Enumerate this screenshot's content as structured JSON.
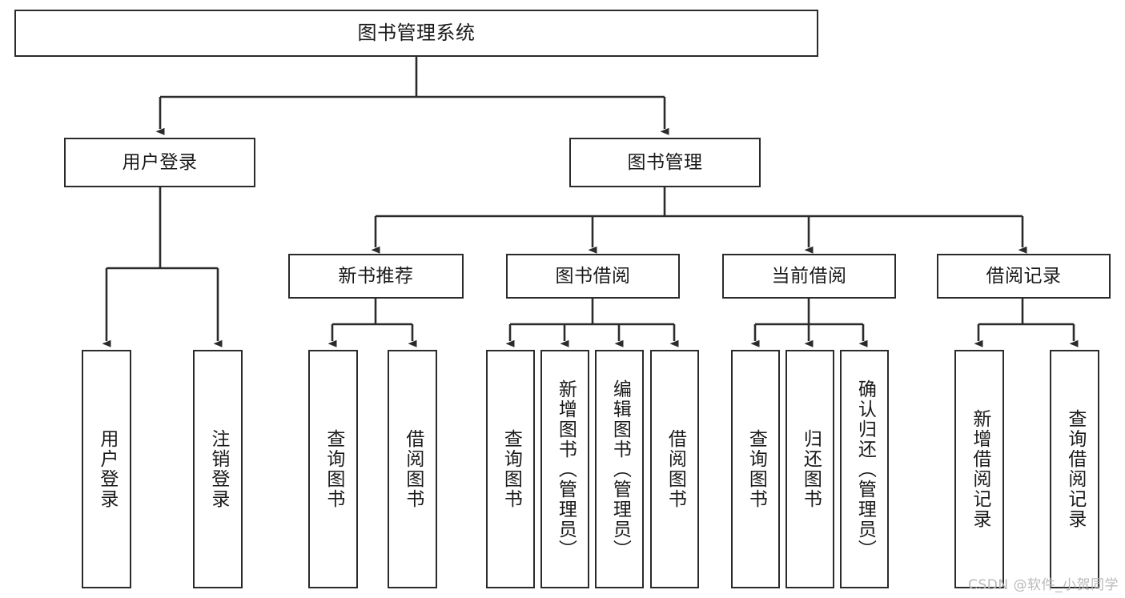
{
  "diagram": {
    "title": "图书管理系统",
    "watermark": "CSDN @软件_小贺同学",
    "colors": {
      "background": "#ffffff",
      "node_fill": "#ffffff",
      "node_border": "#2b2b2b",
      "connector": "#2b2b2b",
      "text": "#1a1a1a",
      "watermark": "#b9b9b9"
    },
    "root": {
      "label": "图书管理系统"
    },
    "level1": [
      {
        "label": "用户登录"
      },
      {
        "label": "图书管理"
      }
    ],
    "level2": [
      {
        "label": "新书推荐"
      },
      {
        "label": "图书借阅"
      },
      {
        "label": "当前借阅"
      },
      {
        "label": "借阅记录"
      }
    ],
    "leaves": {
      "user_login": [
        {
          "label": "用户登录"
        },
        {
          "label": "注销登录"
        }
      ],
      "new_book_recommend": [
        {
          "label": "查询图书"
        },
        {
          "label": "借阅图书"
        }
      ],
      "book_borrow": [
        {
          "label": "查询图书"
        },
        {
          "label": "新增图书（管理员）"
        },
        {
          "label": "编辑图书（管理员）"
        },
        {
          "label": "借阅图书"
        }
      ],
      "current_borrow": [
        {
          "label": "查询图书"
        },
        {
          "label": "归还图书"
        },
        {
          "label": "确认归还（管理员）"
        }
      ],
      "borrow_record": [
        {
          "label": "新增借阅记录"
        },
        {
          "label": "查询借阅记录"
        }
      ]
    }
  }
}
